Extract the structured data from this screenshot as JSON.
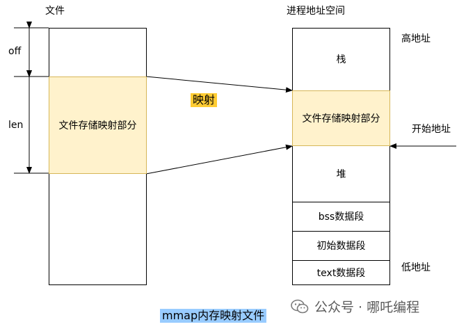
{
  "file": {
    "title": "文件",
    "mapped_section": "文件存储映射部分",
    "offset_label": "off",
    "length_label": "len"
  },
  "mapping_label": "映射",
  "address_space": {
    "title": "进程地址空间",
    "high_address": "高地址",
    "low_address": "低地址",
    "start_address": "开始地址",
    "segments": {
      "stack": "栈",
      "mapped": "文件存储映射部分",
      "heap": "堆",
      "bss": "bss数据段",
      "init_data": "初始数据段",
      "text": "text数据段"
    }
  },
  "caption": "mmap内存映射文件",
  "watermark": {
    "label": "公众号 · 哪吒编程",
    "icon": "wechat-icon"
  },
  "colors": {
    "highlight_fill": "#fff2cc",
    "highlight_border": "#d6b656",
    "caption_bg": "#99ccff",
    "mapping_label_bg": "#ffcc33"
  }
}
